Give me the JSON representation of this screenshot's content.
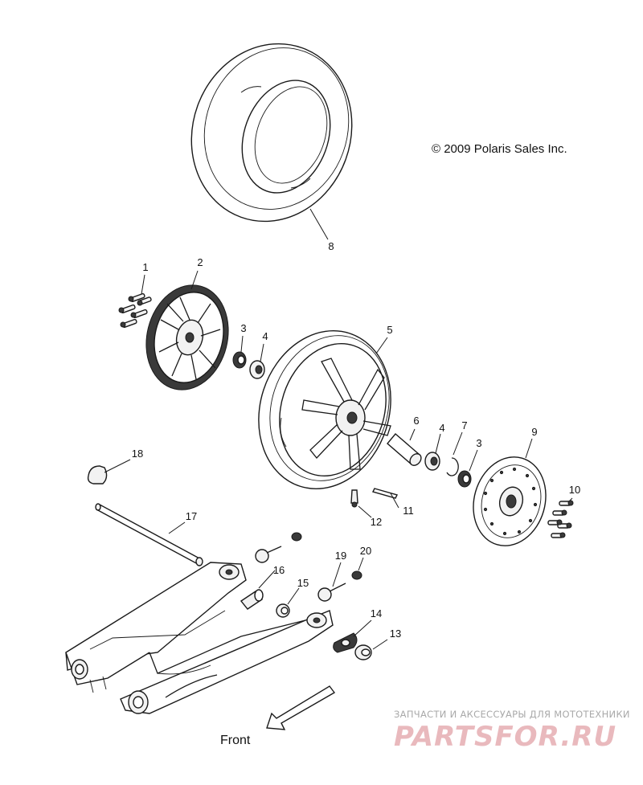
{
  "copyright": "© 2009 Polaris Sales Inc.",
  "front_label": "Front",
  "watermark": {
    "tagline": "ЗАПЧАСТИ И АКСЕССУАРЫ ДЛЯ МОТОТЕХНИКИ",
    "brand": "PARTSFOR.RU",
    "color_tagline": "#a9a9a9",
    "color_brand": "#e9b9bd"
  },
  "callouts": {
    "c1": "1",
    "c2": "2",
    "c3a": "3",
    "c4a": "4",
    "c5": "5",
    "c6": "6",
    "c4b": "4",
    "c7": "7",
    "c3b": "3",
    "c8": "8",
    "c9": "9",
    "c10": "10",
    "c11": "11",
    "c12": "12",
    "c13": "13",
    "c14": "14",
    "c15": "15",
    "c16": "16",
    "c17": "17",
    "c18": "18",
    "c19": "19",
    "c20": "20"
  }
}
